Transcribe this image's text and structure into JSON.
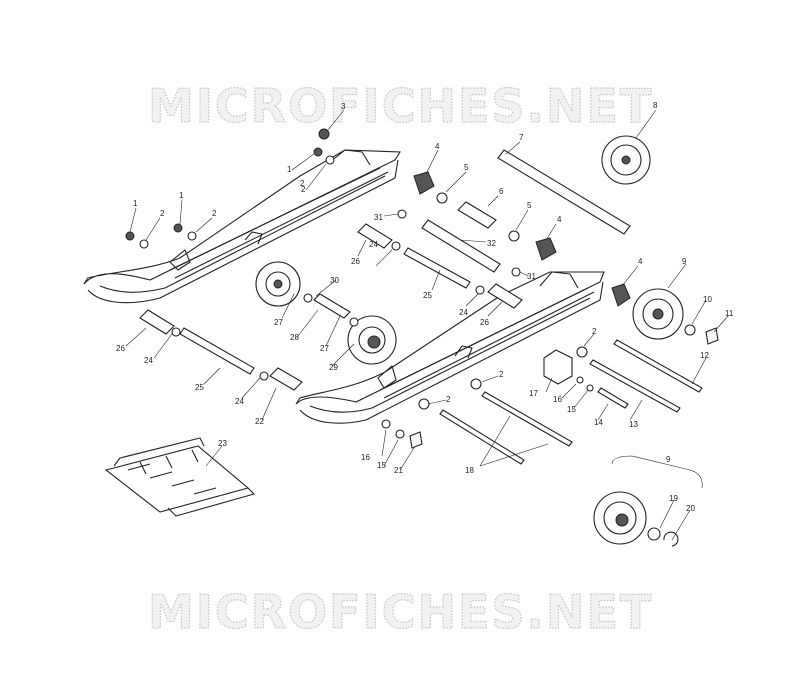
{
  "watermark": {
    "top_text": "MICROFICHES.NET",
    "bottom_text": "MICROFICHES.NET"
  },
  "callouts": [
    {
      "id": "c1",
      "text": "1"
    },
    {
      "id": "c1b",
      "text": "1"
    },
    {
      "id": "c1c",
      "text": "1"
    },
    {
      "id": "c2",
      "text": "2"
    },
    {
      "id": "c2b",
      "text": "2"
    },
    {
      "id": "c2c",
      "text": "2"
    },
    {
      "id": "c2d",
      "text": "2"
    },
    {
      "id": "c2e",
      "text": "2"
    },
    {
      "id": "c2f",
      "text": "2"
    },
    {
      "id": "c2g",
      "text": "2"
    },
    {
      "id": "c3",
      "text": "3"
    },
    {
      "id": "c4",
      "text": "4"
    },
    {
      "id": "c4b",
      "text": "4"
    },
    {
      "id": "c4c",
      "text": "4"
    },
    {
      "id": "c5",
      "text": "5"
    },
    {
      "id": "c5b",
      "text": "5"
    },
    {
      "id": "c6",
      "text": "6"
    },
    {
      "id": "c7",
      "text": "7"
    },
    {
      "id": "c8",
      "text": "8"
    },
    {
      "id": "c9",
      "text": "9"
    },
    {
      "id": "c9b",
      "text": "9"
    },
    {
      "id": "c10",
      "text": "10"
    },
    {
      "id": "c11",
      "text": "11"
    },
    {
      "id": "c12",
      "text": "12"
    },
    {
      "id": "c13",
      "text": "13"
    },
    {
      "id": "c14",
      "text": "14"
    },
    {
      "id": "c15",
      "text": "15"
    },
    {
      "id": "c15b",
      "text": "15"
    },
    {
      "id": "c16",
      "text": "16"
    },
    {
      "id": "c16b",
      "text": "16"
    },
    {
      "id": "c17",
      "text": "17"
    },
    {
      "id": "c18",
      "text": "18"
    },
    {
      "id": "c19",
      "text": "19"
    },
    {
      "id": "c20",
      "text": "20"
    },
    {
      "id": "c21",
      "text": "21"
    },
    {
      "id": "c22",
      "text": "22"
    },
    {
      "id": "c23",
      "text": "23"
    },
    {
      "id": "c24",
      "text": "24"
    },
    {
      "id": "c24b",
      "text": "24"
    },
    {
      "id": "c24c",
      "text": "24"
    },
    {
      "id": "c24d",
      "text": "24"
    },
    {
      "id": "c25",
      "text": "25"
    },
    {
      "id": "c25b",
      "text": "25"
    },
    {
      "id": "c26",
      "text": "26"
    },
    {
      "id": "c26b",
      "text": "26"
    },
    {
      "id": "c26c",
      "text": "26"
    },
    {
      "id": "c27",
      "text": "27"
    },
    {
      "id": "c27b",
      "text": "27"
    },
    {
      "id": "c28",
      "text": "28"
    },
    {
      "id": "c29",
      "text": "29"
    },
    {
      "id": "c30",
      "text": "30"
    },
    {
      "id": "c31",
      "text": "31"
    },
    {
      "id": "c31b",
      "text": "31"
    },
    {
      "id": "c32",
      "text": "32"
    }
  ]
}
